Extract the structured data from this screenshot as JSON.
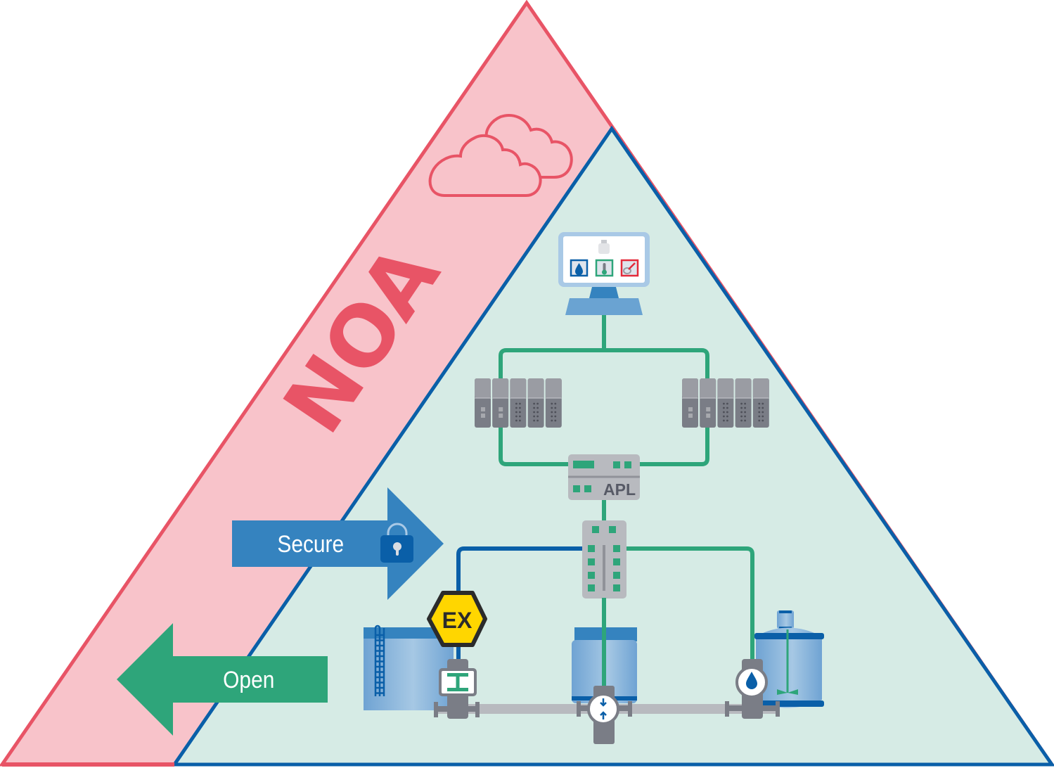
{
  "diagram": {
    "title_label": "NOA",
    "arrows": {
      "secure": {
        "label": "Secure",
        "icon": "padlock-icon",
        "direction": "right"
      },
      "open": {
        "label": "Open",
        "direction": "left"
      }
    },
    "apl_switch_label": "APL",
    "ex_badge_label": "EX",
    "cloud_icon": "cloud-icon",
    "hmi_indicators": [
      "water-drop-icon",
      "thermometer-icon",
      "whisk-mixer-icon"
    ],
    "field_instruments": [
      "level-sensor",
      "pressure-transmitter",
      "flow-meter"
    ],
    "colors": {
      "noa_red": "#e85466",
      "noa_pink_fill": "#f8c3ca",
      "core_blue": "#0a5fa8",
      "core_mint_fill": "#d6ebe5",
      "network_green": "#2ea57a",
      "secure_blue": "#3583bf",
      "open_green": "#2ea57a",
      "device_gray": "#7a7d86",
      "ex_yellow": "#ffd600"
    }
  }
}
